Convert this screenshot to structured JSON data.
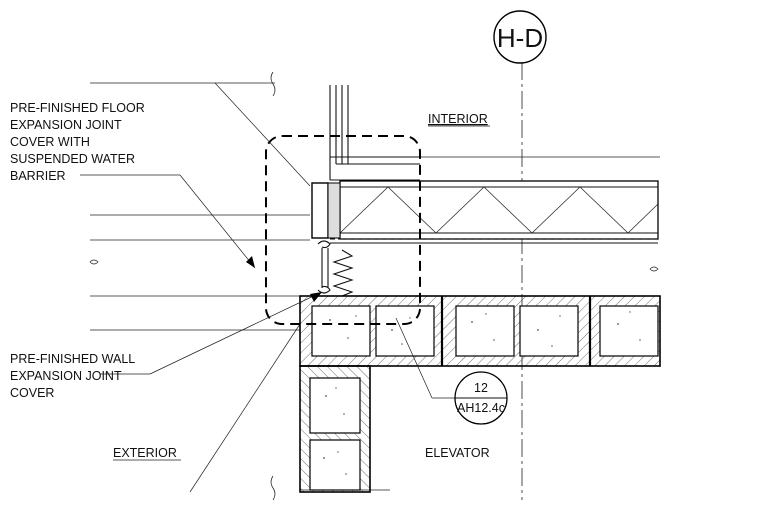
{
  "grid_bubble": {
    "label": "H-D"
  },
  "labels": {
    "floor_joint": [
      "PRE-FINISHED FLOOR",
      "EXPANSION JOINT",
      "COVER WITH",
      "SUSPENDED WATER",
      "BARRIER"
    ],
    "wall_joint": [
      "PRE-FINISHED WALL",
      "EXPANSION JOINT",
      "COVER"
    ],
    "interior": "INTERIOR",
    "exterior": "EXTERIOR",
    "elevator": "ELEVATOR"
  },
  "detail_tag": {
    "number": "12",
    "sheet": "AH12.4c"
  }
}
